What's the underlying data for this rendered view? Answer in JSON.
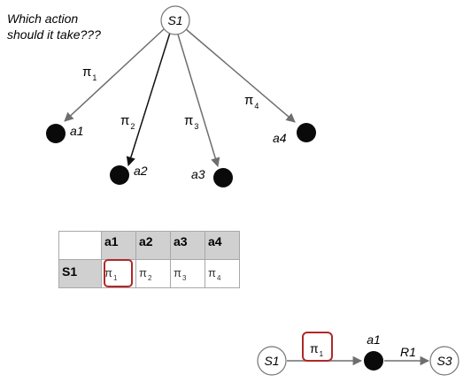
{
  "question": {
    "line1": "Which action",
    "line2": "should it take???"
  },
  "tree": {
    "root": "S1",
    "actions": [
      {
        "label": "a1",
        "policy": "π",
        "policy_sub": "1"
      },
      {
        "label": "a2",
        "policy": "π",
        "policy_sub": "2"
      },
      {
        "label": "a3",
        "policy": "π",
        "policy_sub": "3"
      },
      {
        "label": "a4",
        "policy": "π",
        "policy_sub": "4"
      }
    ]
  },
  "table": {
    "columns": [
      "a1",
      "a2",
      "a3",
      "a4"
    ],
    "row_label": "S1",
    "cells": [
      {
        "symbol": "π",
        "sub": "1",
        "selected": true
      },
      {
        "symbol": "π",
        "sub": "2",
        "selected": false
      },
      {
        "symbol": "π",
        "sub": "3",
        "selected": false
      },
      {
        "symbol": "π",
        "sub": "4",
        "selected": false
      }
    ]
  },
  "transition": {
    "start": "S1",
    "policy": "π",
    "policy_sub": "1",
    "action": "a1",
    "reward": "R1",
    "end": "S3"
  },
  "colors": {
    "edge": "#6e6e6e",
    "highlight": "#b02828",
    "node_fill": "#0a0a0a",
    "header_fill": "#d0d0d0"
  }
}
